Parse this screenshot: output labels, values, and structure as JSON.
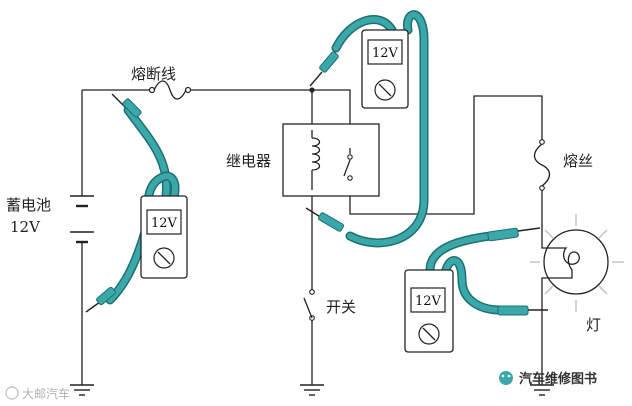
{
  "labels": {
    "fuse_wire": "熔断线",
    "battery_line1": "蓄电池",
    "battery_line2": "12V",
    "relay": "继电器",
    "fuse": "熔丝",
    "switch": "开关",
    "lamp": "灯"
  },
  "meters": {
    "left": {
      "reading": "12V"
    },
    "top": {
      "reading": "12V"
    },
    "bottom": {
      "reading": "12V"
    }
  },
  "watermarks": {
    "left": "大邮汽车",
    "right": "汽车维修图书"
  },
  "colors": {
    "lead": "#3aa7a9",
    "lead_dark": "#1d6f72",
    "wire": "#222222",
    "lamp_rays": "#c9c9c9"
  }
}
